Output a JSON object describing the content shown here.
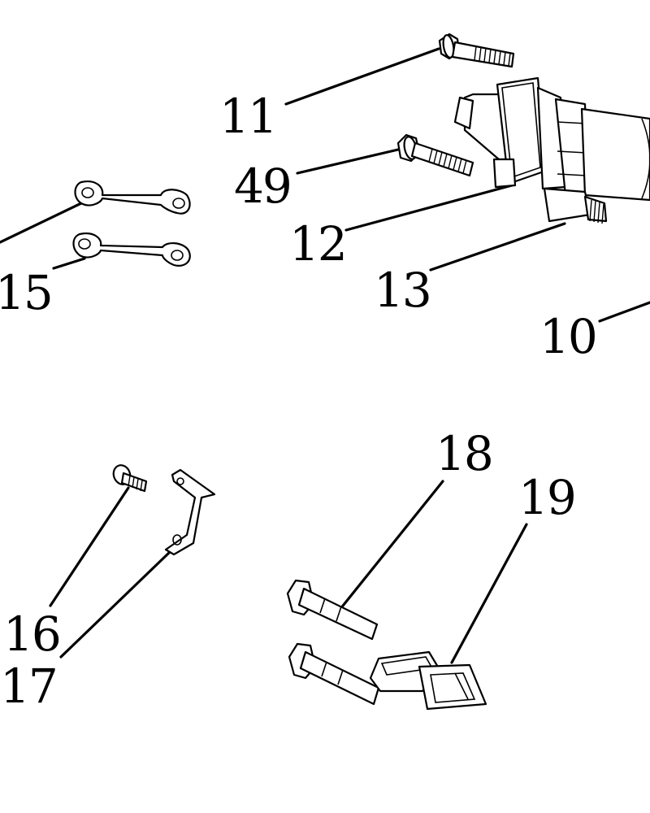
{
  "labels": {
    "l11": "11",
    "l49": "49",
    "l12": "12",
    "l13": "13",
    "l10": "10",
    "l15": "15",
    "l16": "16",
    "l17": "17",
    "l18": "18",
    "l19": "19"
  }
}
